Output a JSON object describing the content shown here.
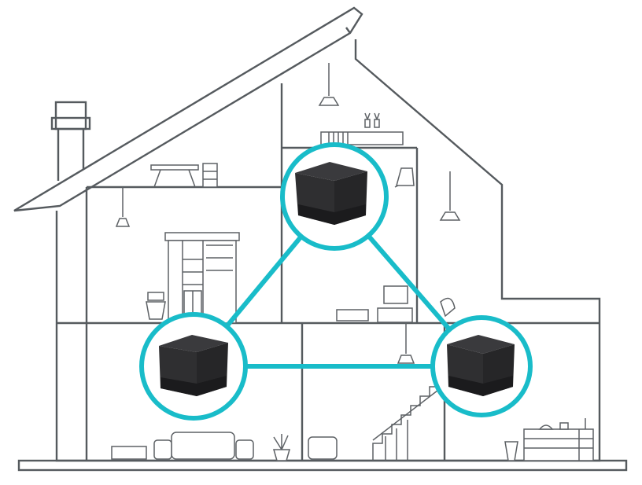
{
  "colors": {
    "accent": "#19bcc9",
    "line": "#555a5e",
    "node_dark": "#2f2f31",
    "node_top": "#3a3a3d",
    "node_base": "#1b1b1d",
    "background": "#ffffff"
  },
  "nodes": [
    {
      "name": "mesh-node-top",
      "icon": "mesh-router-cube-icon"
    },
    {
      "name": "mesh-node-left",
      "icon": "mesh-router-cube-icon"
    },
    {
      "name": "mesh-node-right",
      "icon": "mesh-router-cube-icon"
    }
  ],
  "links": [
    {
      "from": "mesh-node-top",
      "to": "mesh-node-left"
    },
    {
      "from": "mesh-node-top",
      "to": "mesh-node-right"
    },
    {
      "from": "mesh-node-left",
      "to": "mesh-node-right"
    }
  ]
}
